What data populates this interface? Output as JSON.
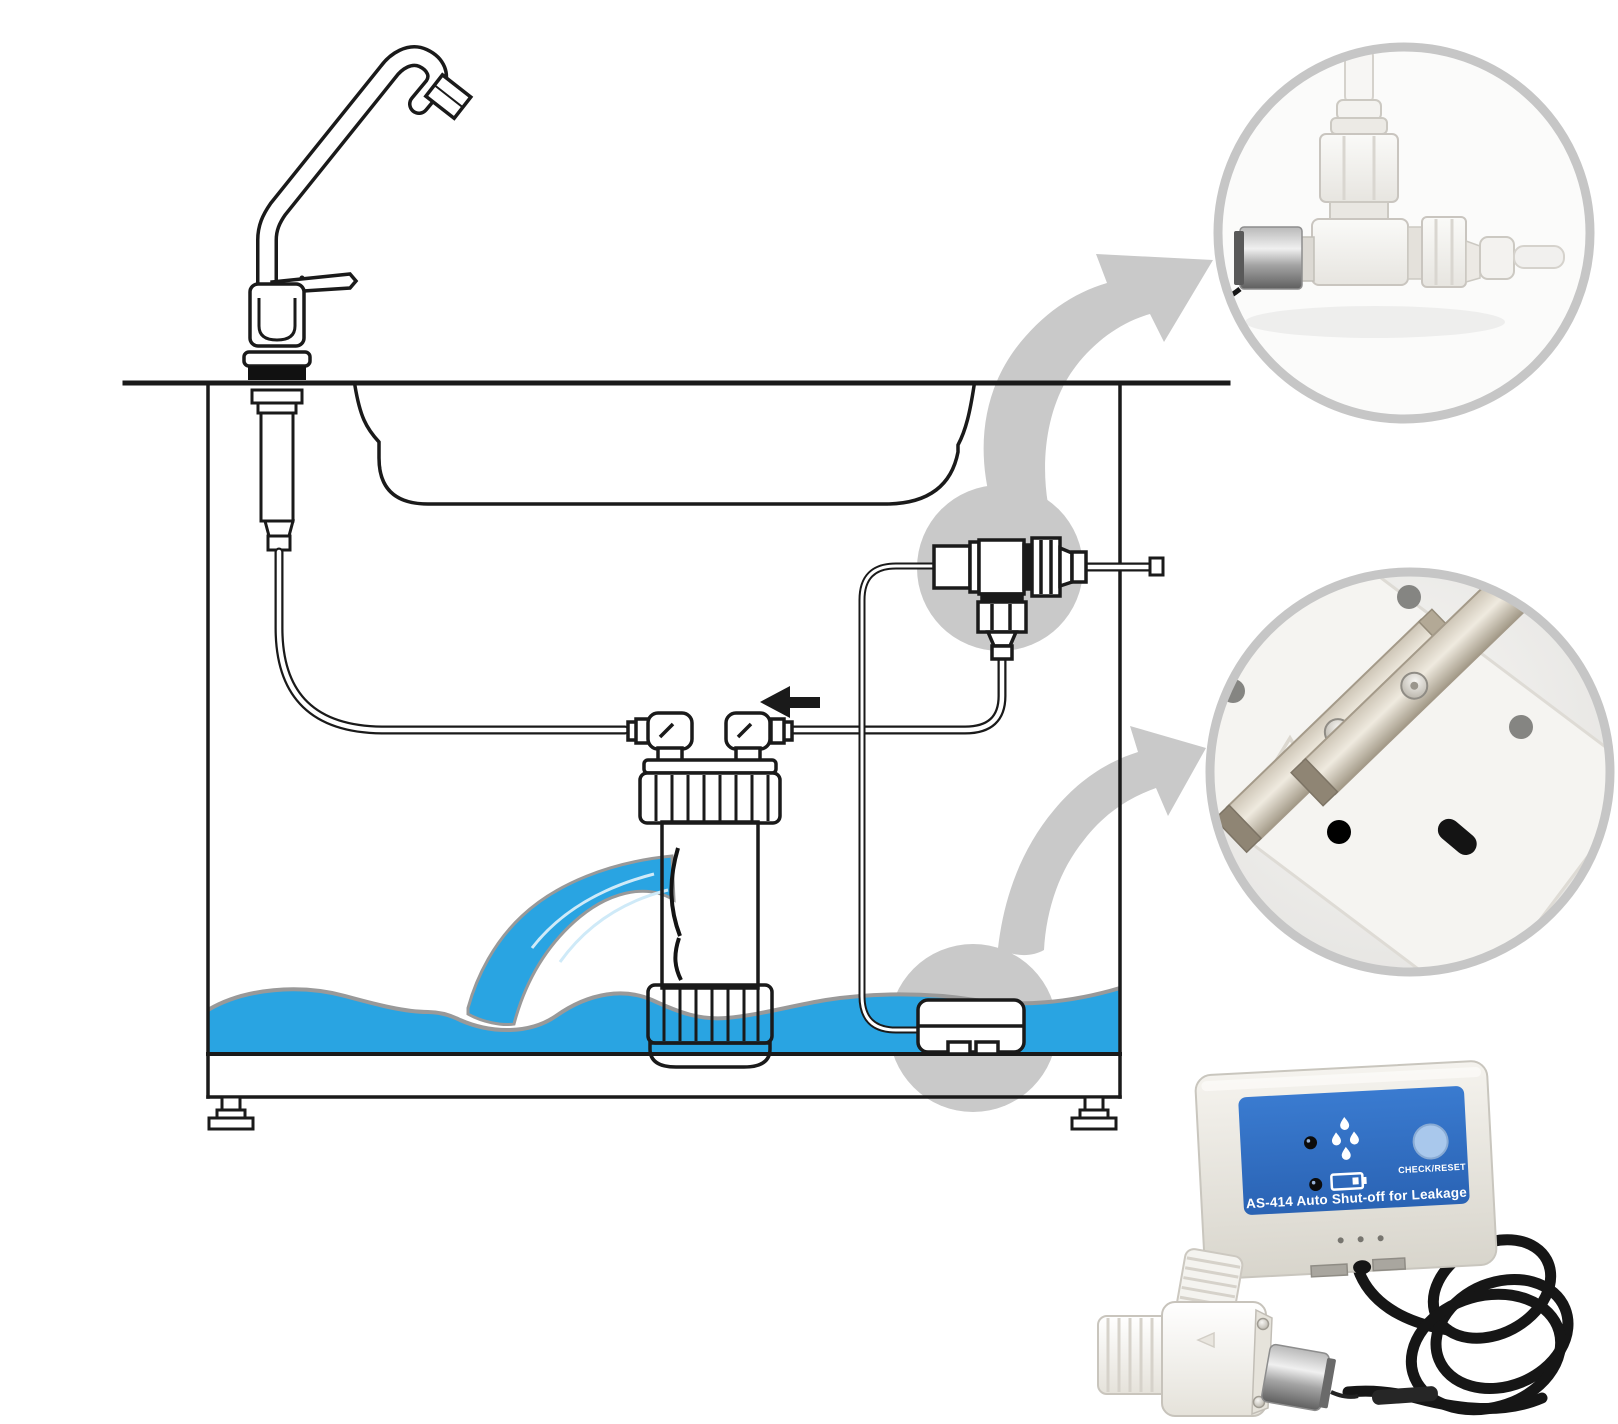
{
  "title": "AS-414 auto shut-off for leakage installation diagram",
  "device": {
    "model_label": "AS-414 Auto Shut-off for Leakage",
    "button_label": "CHECK/RESET"
  },
  "diagram": {
    "components": [
      "faucet",
      "sink-bowl",
      "countertop",
      "under-sink-cabinet",
      "water-filter",
      "shut-off-valve",
      "supply-tube",
      "leak-detector",
      "leaking-water",
      "flow-direction-arrow"
    ],
    "flow_direction": "left",
    "insets": [
      "shut-off-valve-closeup",
      "leak-detector-underside-closeup"
    ]
  },
  "icons": {
    "leak_led": "led-dot-icon",
    "battery_led": "led-dot-icon",
    "leak_symbol": "water-drops-icon",
    "battery_symbol": "battery-icon",
    "flow": "arrow-left-icon"
  },
  "colors": {
    "water_blue": "#29A4E2",
    "water_edge_gray": "#999999",
    "highlight_gray": "#C9C9C9",
    "line_black": "#1A1A1A",
    "label_blue": "#2E6FC2",
    "button_blue": "#A9C8EC"
  }
}
